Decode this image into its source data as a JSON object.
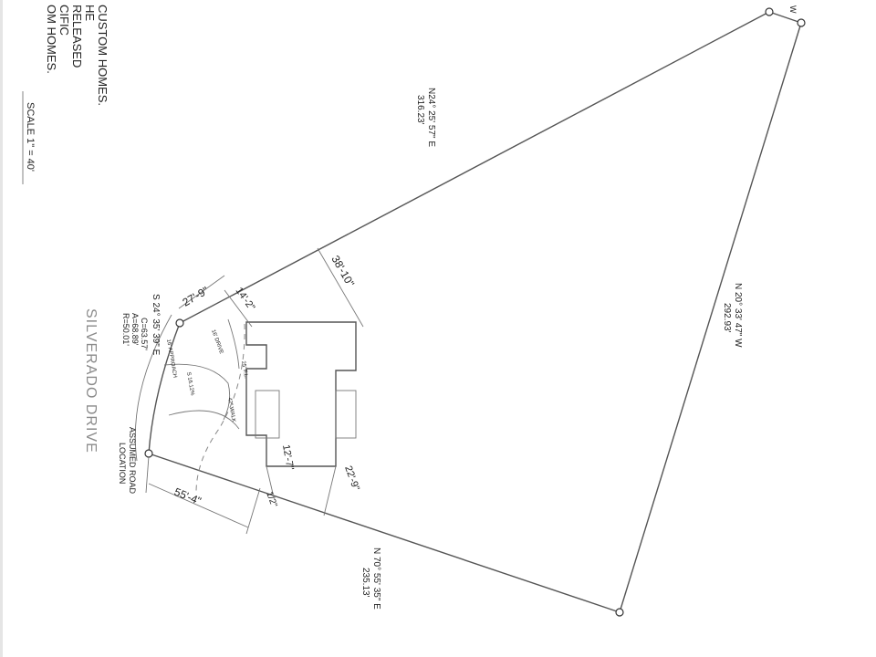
{
  "notes": {
    "line1": "CUSTOM HOMES.",
    "line2": "HE",
    "line3": "RELEASED",
    "line4": "CIFIC",
    "line5": "OM HOMES.",
    "scale": "SCALE 1\" = 40'"
  },
  "boundary": {
    "north_bearing": "N24° 25' 57\" E",
    "north_distance": "316.23'",
    "east_bearing": "N 20° 33' 47\" W",
    "east_distance": "292.93'",
    "south_bearing": "N 70° 55' 35\" E",
    "south_distance": "235.13'",
    "corner_label": "W"
  },
  "curve": {
    "bearing": "S 24° 35' 39\" E",
    "chord": "C=63.57'",
    "arc": "A=68.89'",
    "radius": "R=50.01'"
  },
  "road": {
    "name": "SILVERADO DRIVE",
    "assumed_line1": "ASSUMED ROAD",
    "assumed_line2": "LOCATION"
  },
  "dimensions": {
    "setback_north": "38'-10\"",
    "d_27_9": "27'-9\"",
    "d_14_2": "14'-2\"",
    "d_12_7": "12'-7\"",
    "d_22_9": "22'-9\"",
    "d_55_4": "55'-4\"",
    "d_half": "1/2\""
  },
  "small_labels": {
    "drive": "16' DRIVE",
    "approach": "16' APPROACH",
    "fl": "25' F.L.",
    "walk": "42\" WALK",
    "grade": "S 16.12%"
  }
}
